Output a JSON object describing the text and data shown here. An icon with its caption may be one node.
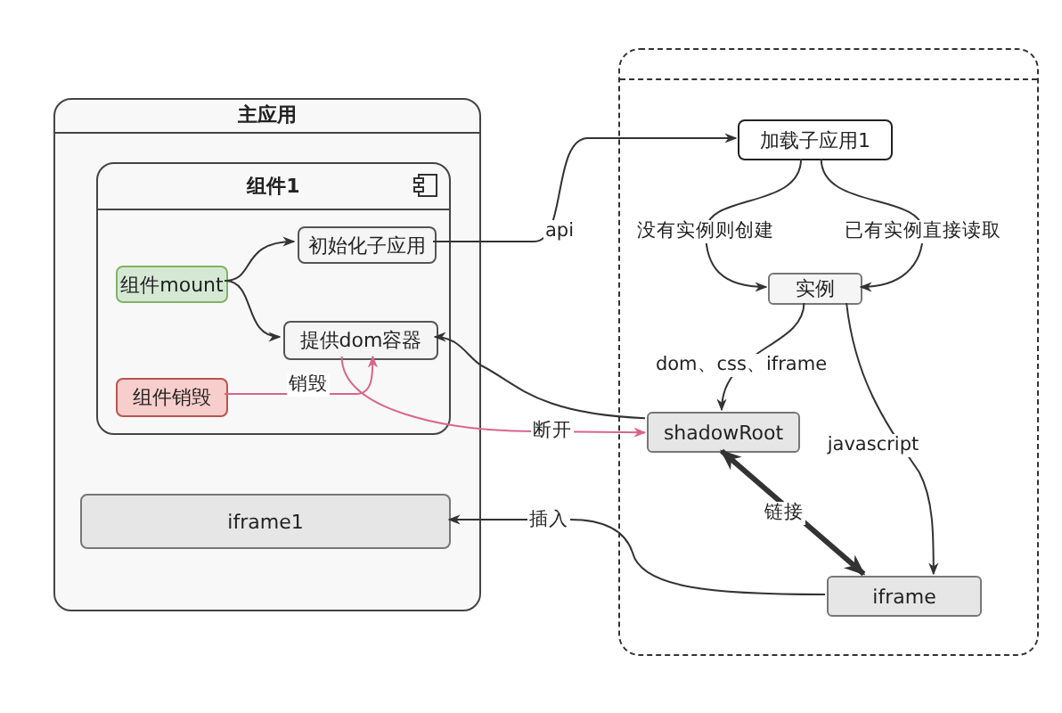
{
  "diagram": {
    "nodes": [
      {
        "text": [
          "主应用"
        ]
      },
      {
        "text": [
          "组件1"
        ],
        "in": 0
      },
      {
        "text": [
          "初始化子应用"
        ],
        "in": 1
      },
      {
        "text": [
          "组件mount"
        ],
        "in": 1
      },
      {
        "text": [
          "提供dom容器"
        ],
        "in": 1
      },
      {
        "text": [
          "组件销毁"
        ],
        "in": 1
      },
      {
        "text": [
          "iframe1"
        ],
        "in": 0
      },
      {
        "text": [],
        "shape": "box"
      },
      {
        "text": [
          "加载子应用1"
        ],
        "in": 7
      },
      {
        "text": [
          "实例"
        ],
        "in": 7
      },
      {
        "text": [
          "shadowRoot"
        ],
        "in": 7
      },
      {
        "text": [
          "iframe"
        ],
        "in": 7
      }
    ],
    "edges": [
      {
        "from": 3,
        "to": 2,
        "arrow": "to"
      },
      {
        "from": 3,
        "to": 4,
        "arrow": "to"
      },
      {
        "from": 2,
        "to": 8,
        "arrow": "to",
        "label": "api"
      },
      {
        "from": 8,
        "to": 9,
        "arrow": "to",
        "label": "没有实例则创建"
      },
      {
        "from": 8,
        "to": 9,
        "arrow": "to",
        "label": "已有实例直接读取"
      },
      {
        "from": 9,
        "to": 10,
        "arrow": "to",
        "label": "dom、css、iframe"
      },
      {
        "from": 9,
        "to": 11,
        "arrow": "to",
        "label": "javascript"
      },
      {
        "from": 10,
        "to": 4,
        "arrow": "to"
      },
      {
        "from": 5,
        "to": 4,
        "arrow": "to",
        "label": "销毁",
        "color": "#d9668a"
      },
      {
        "from": 4,
        "to": 10,
        "arrow": "to",
        "label": "断开",
        "color": "#d9668a"
      },
      {
        "from": 10,
        "to": 11,
        "arrow": "both",
        "label": "链接",
        "style": "thick"
      },
      {
        "from": 11,
        "to": 6,
        "arrow": "to",
        "label": "插入"
      }
    ]
  }
}
